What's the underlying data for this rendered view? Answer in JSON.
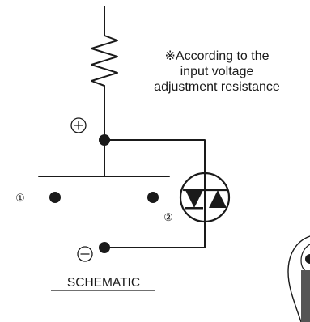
{
  "note": {
    "line1": "※According to the",
    "line2": "input voltage",
    "line3": "adjustment resistance"
  },
  "terminals": {
    "one": "①",
    "two": "②"
  },
  "caption": "SCHEMATIC",
  "icons": [
    "resistor-icon",
    "plus-terminal-icon",
    "minus-terminal-icon",
    "switch-contact-icon",
    "bidirectional-led-icon",
    "threaded-fitting-icon"
  ],
  "colors": {
    "ink": "#1a1a1a",
    "background": "#ffffff"
  }
}
